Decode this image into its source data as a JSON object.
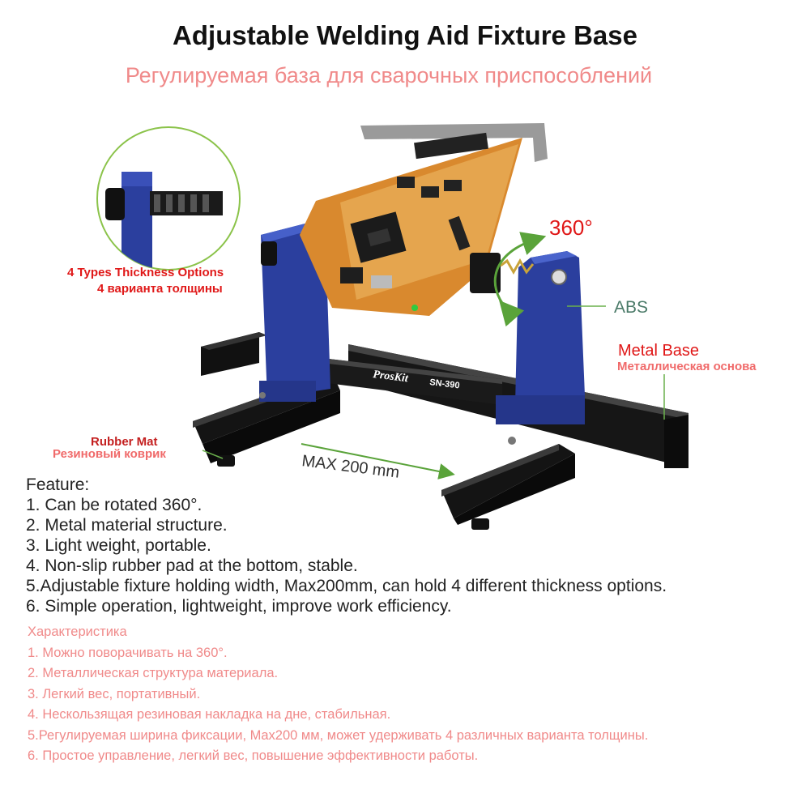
{
  "title": "Adjustable Welding Aid Fixture Base",
  "subtitle": "Регулируемая база для сварочных приспособлений",
  "product": {
    "brand_label": "ProsKit",
    "model_label": "SN-390"
  },
  "callouts": {
    "thickness_en": "4 Types Thickness Options",
    "thickness_ru": "4 варианта толщины",
    "rotation": "360°",
    "abs": "ABS",
    "metal_base_en": "Metal Base",
    "metal_base_ru": "Металлическая основа",
    "rubber_mat_en": "Rubber Mat",
    "rubber_mat_ru": "Резиновый коврик",
    "max_width": "MAX 200 mm"
  },
  "features_en": {
    "heading": "Feature:",
    "items": [
      "1. Can be rotated 360°.",
      "2. Metal material structure.",
      "3. Light weight, portable.",
      "4. Non-slip rubber pad at the bottom, stable.",
      "5.Adjustable fixture holding width, Max200mm, can hold 4 different thickness options.",
      "6. Simple operation, lightweight, improve work efficiency."
    ]
  },
  "features_ru": {
    "heading": "Характеристика",
    "items": [
      "1. Можно поворачивать на 360°.",
      "2. Металлическая структура материала.",
      "3. Легкий вес, портативный.",
      "4. Нескользящая резиновая накладка на дне, стабильная.",
      "5.Регулируемая ширина фиксации, Max200 мм, может удерживать 4 различных варианта толщины.",
      "6. Простое управление, легкий вес, повышение эффективности работы."
    ]
  },
  "colors": {
    "accent_red": "#e01818",
    "accent_pink": "#f08a8a",
    "clamp_blue": "#2b3f9e",
    "base_black": "#141414",
    "pcb_orange": "#d9892e",
    "callout_green": "#6ab04c"
  }
}
